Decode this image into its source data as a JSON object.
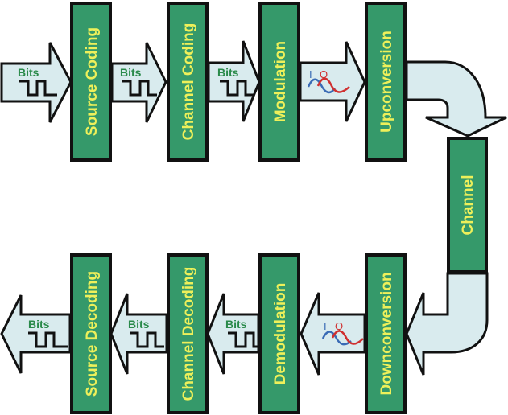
{
  "transmitter": {
    "input_arrow": {
      "label": "Bits"
    },
    "blocks": [
      {
        "label": "Source Coding"
      },
      {
        "label": "Channel Coding"
      },
      {
        "label": "Modulation"
      },
      {
        "label": "Upconversion"
      }
    ],
    "arrows": [
      {
        "label": "Bits"
      },
      {
        "label": "Bits"
      },
      {
        "i_label": "I",
        "q_label": "Q"
      }
    ]
  },
  "channel": {
    "label": "Channel"
  },
  "receiver": {
    "blocks": [
      {
        "label": "Downconversion"
      },
      {
        "label": "Demodulation"
      },
      {
        "label": "Channel Decoding"
      },
      {
        "label": "Source Decoding"
      }
    ],
    "arrows": [
      {
        "i_label": "I",
        "q_label": "Q"
      },
      {
        "label": "Bits"
      },
      {
        "label": "Bits"
      },
      {
        "label": "Bits"
      }
    ]
  },
  "colors": {
    "block_fill": "#35996a",
    "block_text": "#eef05a",
    "arrow_fill": "#d9ebee",
    "bits_text": "#2a8a4a",
    "i_signal": "#3a6bb5",
    "q_signal": "#d03030"
  }
}
